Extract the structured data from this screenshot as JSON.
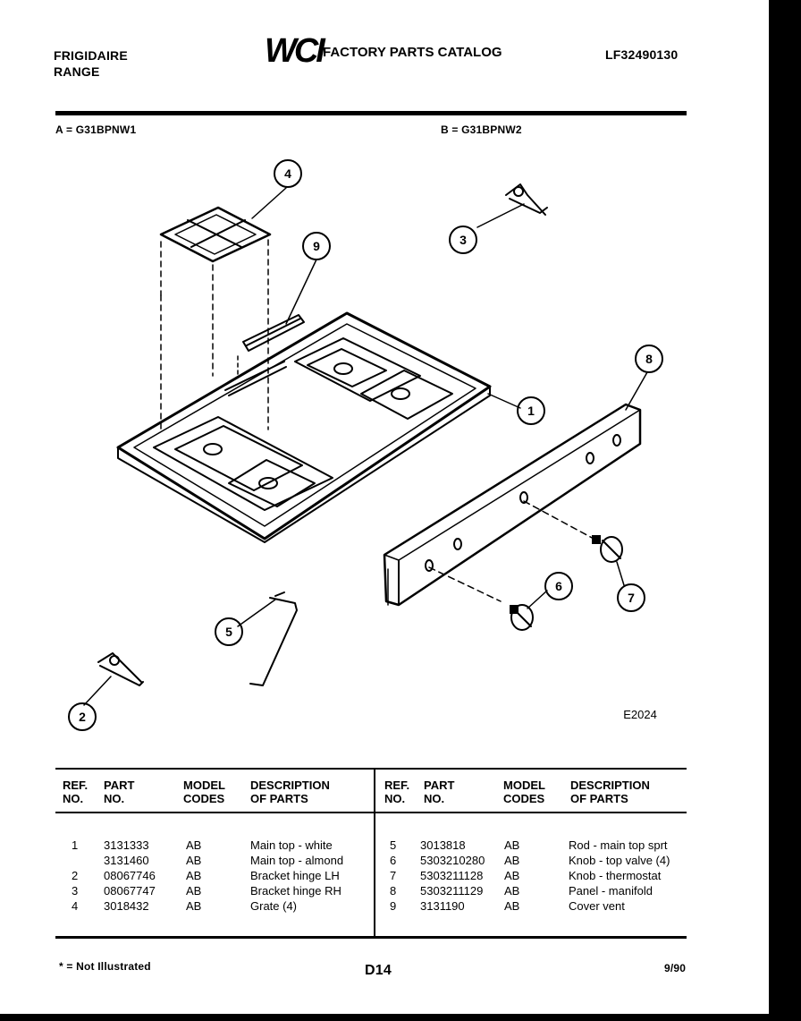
{
  "header": {
    "brand": "FRIGIDAIRE",
    "product": "RANGE",
    "logo": "WCI",
    "catalog_title": "FACTORY PARTS CATALOG",
    "catalog_number": "LF32490130"
  },
  "models": {
    "a": "A = G31BPNW1",
    "b": "B = G31BPNW2"
  },
  "diagram": {
    "code": "E2024",
    "callouts": [
      "1",
      "2",
      "3",
      "4",
      "5",
      "6",
      "7",
      "8",
      "9"
    ]
  },
  "table": {
    "headers": {
      "ref1": "REF.",
      "ref2": "NO.",
      "part1": "PART",
      "part2": "NO.",
      "model1": "MODEL",
      "model2": "CODES",
      "desc1": "DESCRIPTION",
      "desc2": "OF PARTS"
    },
    "left_rows": [
      {
        "ref": "1",
        "part": "3131333",
        "model": "AB",
        "desc": "Main top - white"
      },
      {
        "ref": "",
        "part": "3131460",
        "model": "AB",
        "desc": "Main top - almond"
      },
      {
        "ref": "2",
        "part": "08067746",
        "model": "AB",
        "desc": "Bracket hinge LH"
      },
      {
        "ref": "3",
        "part": "08067747",
        "model": "AB",
        "desc": "Bracket hinge RH"
      },
      {
        "ref": "4",
        "part": "3018432",
        "model": "AB",
        "desc": "Grate (4)"
      }
    ],
    "right_rows": [
      {
        "ref": "5",
        "part": "3013818",
        "model": "AB",
        "desc": "Rod - main top sprt"
      },
      {
        "ref": "6",
        "part": "5303210280",
        "model": "AB",
        "desc": "Knob - top valve (4)"
      },
      {
        "ref": "7",
        "part": "5303211128",
        "model": "AB",
        "desc": "Knob - thermostat"
      },
      {
        "ref": "8",
        "part": "5303211129",
        "model": "AB",
        "desc": "Panel - manifold"
      },
      {
        "ref": "9",
        "part": "3131190",
        "model": "AB",
        "desc": "Cover vent"
      }
    ]
  },
  "footer": {
    "note": "* = Not Illustrated",
    "page": "D14",
    "date": "9/90"
  }
}
